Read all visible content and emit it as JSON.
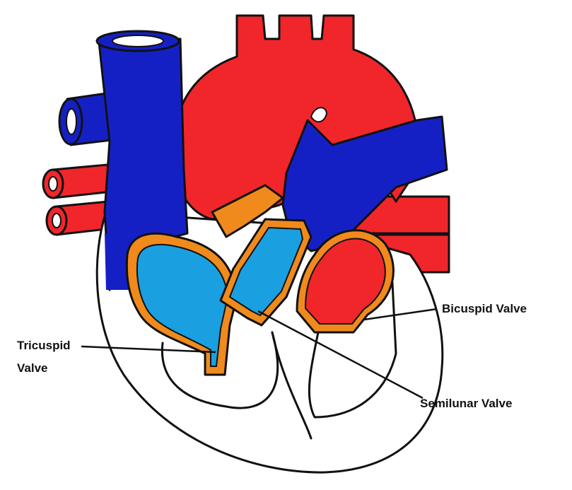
{
  "labels": {
    "bicuspid": "Bicuspid Valve",
    "tricuspid_line1": "Tricuspid",
    "tricuspid_line2": "Valve",
    "semilunar": "Semilunar Valve"
  },
  "colors": {
    "oxygenated": "#f0262b",
    "deoxygenated": "#1520c4",
    "chamber_blue": "#1aa0e0",
    "valve_orange": "#f08a1c",
    "outline": "#111111",
    "background": "#ffffff"
  }
}
